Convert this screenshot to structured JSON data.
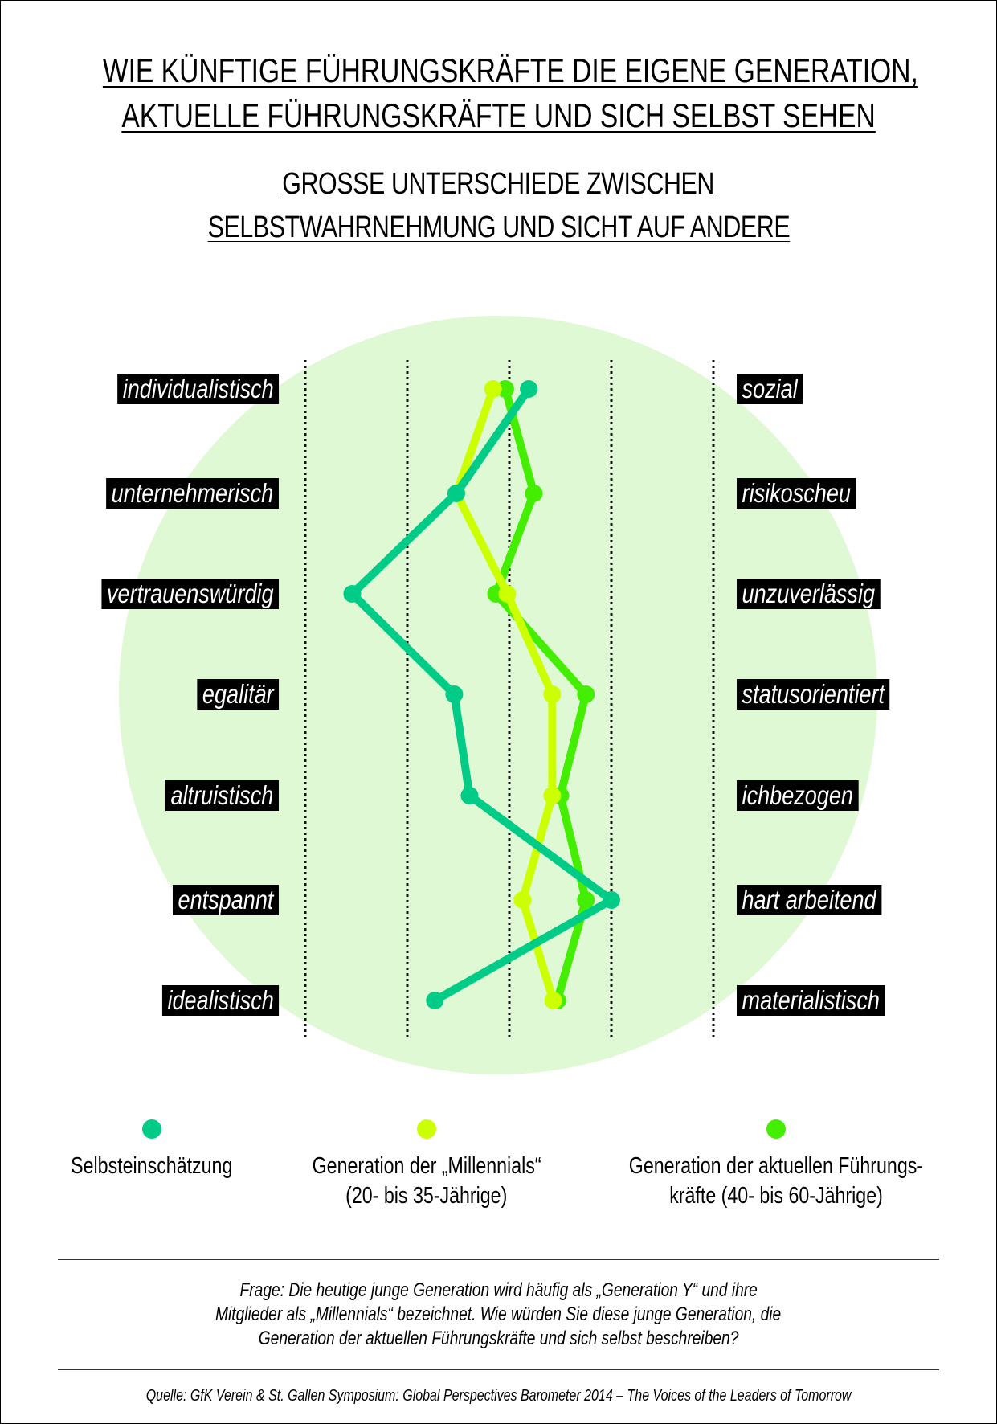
{
  "title": {
    "line1": "WIE KÜNFTIGE FÜHRUNGSKRÄFTE DIE EIGENE GENERATION,",
    "line2": "AKTUELLE FÜHRUNGSKRÄFTE UND SICH SELBST SEHEN"
  },
  "subtitle": {
    "line1": "GROSSE UNTERSCHIEDE ZWISCHEN",
    "line2": "SELBSTWAHRNEHMUNG UND SICHT AUF ANDERE"
  },
  "chart_data": {
    "type": "line",
    "orientation": "vertical-profile",
    "scale": [
      -2,
      2
    ],
    "gridlines": [
      -2,
      -1,
      0,
      1,
      2
    ],
    "left_labels": [
      "individualistisch",
      "unternehmerisch",
      "vertrauenswürdig",
      "egalitär",
      "altruistisch",
      "entspannt",
      "idealistisch"
    ],
    "right_labels": [
      "sozial",
      "risikoscheu",
      "unzuverlässig",
      "statusorientiert",
      "ichbezogen",
      "hart arbeitend",
      "materialistisch"
    ],
    "series": [
      {
        "name": "Generation der aktuellen Führungskräfte (40- bis 60-Jährige)",
        "color": "#44ee00",
        "values": [
          -0.04,
          0.24,
          -0.13,
          0.75,
          0.5,
          0.75,
          0.47
        ]
      },
      {
        "name": "Generation der „Millennials“ (20- bis 35-Jährige)",
        "color": "#ccff00",
        "values": [
          -0.16,
          -0.52,
          -0.02,
          0.42,
          0.42,
          0.13,
          0.43
        ]
      },
      {
        "name": "Selbsteinschätzung",
        "color": "#00cc88",
        "values": [
          0.19,
          -0.52,
          -1.54,
          -0.54,
          -0.39,
          1.0,
          -0.73
        ]
      }
    ]
  },
  "legend": [
    {
      "line1": "Selbsteinschätzung",
      "line2": "",
      "color": "#00cc88"
    },
    {
      "line1": "Generation der „Millennials“",
      "line2": "(20- bis 35-Jährige)",
      "color": "#ccff00"
    },
    {
      "line1": "Generation der aktuellen Führungs-",
      "line2": "kräfte (40- bis 60-Jährige)",
      "color": "#44ee00"
    }
  ],
  "question": {
    "line1": "Frage: Die heutige junge Generation wird häufig als „Generation Y“ und ihre",
    "line2": "Mitglieder als „Millennials“ bezeichnet. Wie würden Sie diese junge Generation, die",
    "line3": "Generation der aktuellen Führungskräfte und sich selbst beschreiben?"
  },
  "source": "Quelle: GfK Verein & St. Gallen Symposium: Global Perspectives Barometer 2014 – The Voices of the Leaders of Tomorrow"
}
